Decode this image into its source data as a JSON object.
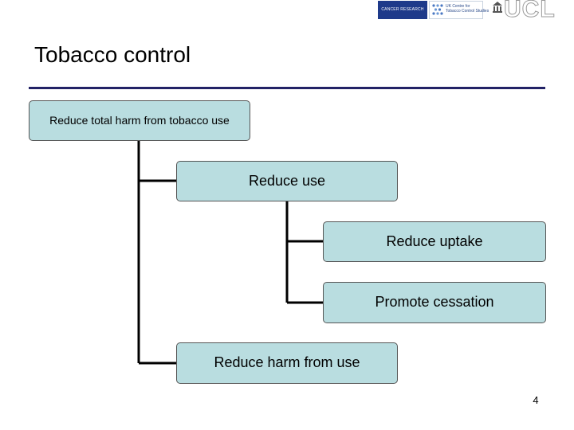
{
  "slide": {
    "title": "Tobacco control",
    "page_number": "4"
  },
  "logos": {
    "cruk_text": "CANCER RESEARCH UK",
    "ukctcs_text": [
      "UK Centre for",
      "Tobacco Control Studies"
    ],
    "ucl_text": "UCL"
  },
  "hierarchy": {
    "root": "Reduce total harm from tobacco use",
    "reduce_use": {
      "label": "Reduce use",
      "children": [
        "Reduce uptake",
        "Promote cessation"
      ]
    },
    "reduce_harm": "Reduce harm from use"
  },
  "colors": {
    "box_fill": "#b9dde0",
    "rule": "#222266"
  }
}
